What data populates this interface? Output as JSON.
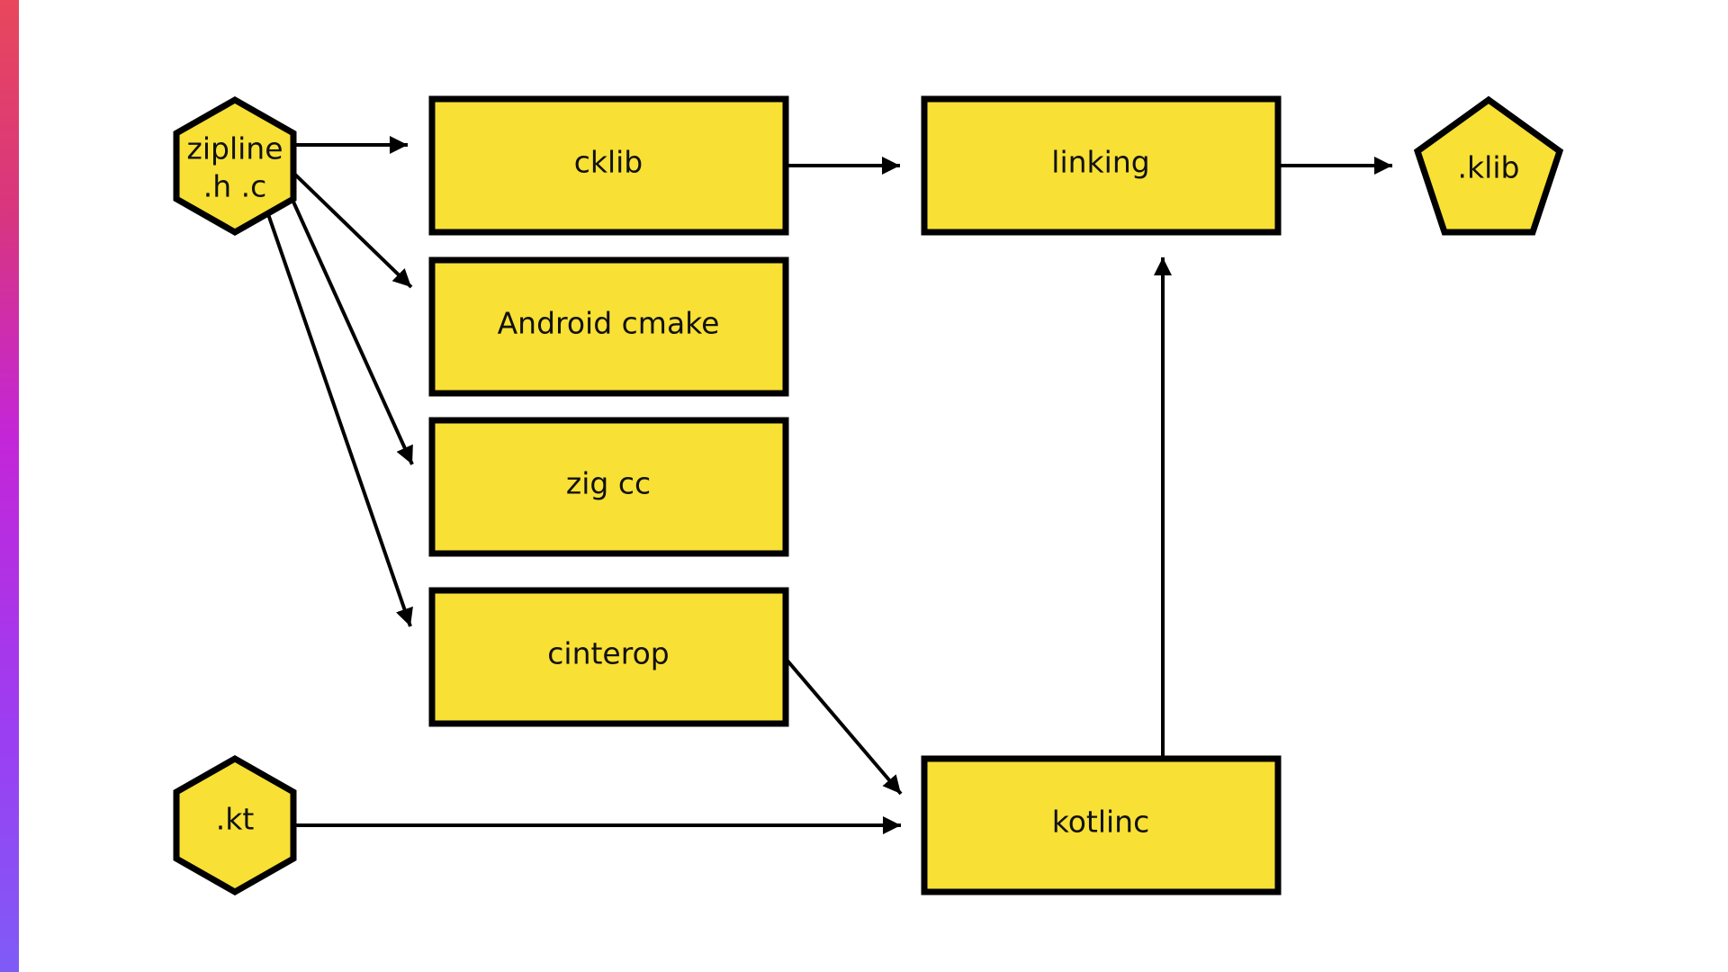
{
  "colors": {
    "node_fill": "#f8e035",
    "node_stroke": "#000000",
    "edge": "#000000",
    "accent_gradient": [
      "#e8475c",
      "#c326d8",
      "#7f5bf6"
    ]
  },
  "nodes": {
    "zipline": {
      "line1": "zipline",
      "line2": ".h .c",
      "shape": "hexagon"
    },
    "kt": {
      "label": ".kt",
      "shape": "hexagon"
    },
    "cklib": {
      "label": "cklib",
      "shape": "rectangle"
    },
    "android_cmake": {
      "label": "Android cmake",
      "shape": "rectangle"
    },
    "zig_cc": {
      "label": "zig cc",
      "shape": "rectangle"
    },
    "cinterop": {
      "label": "cinterop",
      "shape": "rectangle"
    },
    "linking": {
      "label": "linking",
      "shape": "rectangle"
    },
    "kotlinc": {
      "label": "kotlinc",
      "shape": "rectangle"
    },
    "klib": {
      "label": ".klib",
      "shape": "pentagon"
    }
  },
  "edges": [
    {
      "from": "zipline",
      "to": "cklib"
    },
    {
      "from": "zipline",
      "to": "android_cmake"
    },
    {
      "from": "zipline",
      "to": "zig_cc"
    },
    {
      "from": "zipline",
      "to": "cinterop"
    },
    {
      "from": "cklib",
      "to": "linking"
    },
    {
      "from": "linking",
      "to": "klib"
    },
    {
      "from": "cinterop",
      "to": "kotlinc"
    },
    {
      "from": "kt",
      "to": "kotlinc"
    },
    {
      "from": "kotlinc",
      "to": "linking"
    }
  ]
}
